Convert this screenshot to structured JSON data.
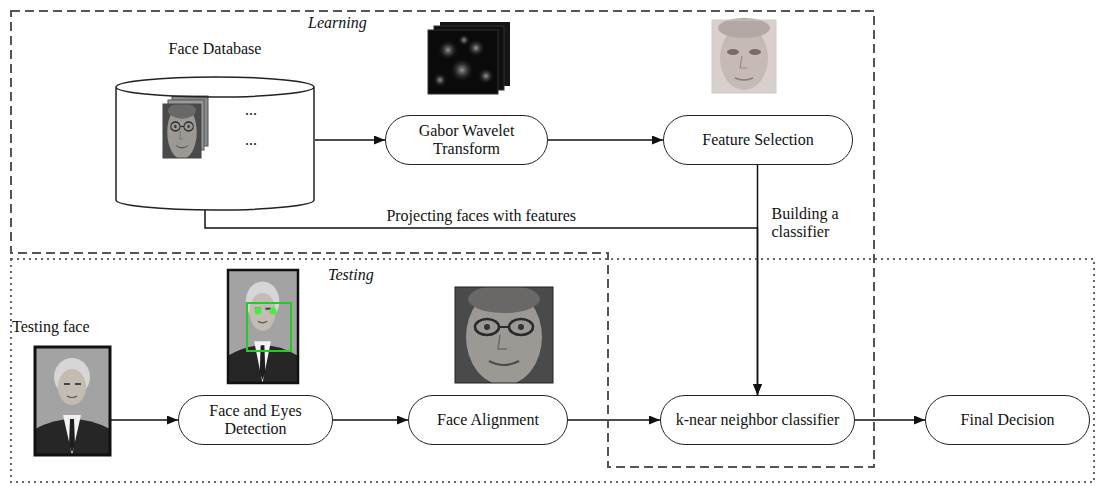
{
  "diagram": {
    "nodes": [
      {
        "text": [
          "Learning"
        ]
      },
      {
        "text": [
          "Face Database",
          "...",
          "..."
        ],
        "in": 0
      },
      {
        "text": [
          "Gabor Wavelet Transform"
        ],
        "in": 0
      },
      {
        "text": [
          "Feature Selection"
        ],
        "in": 0
      },
      {
        "text": [
          "Testing"
        ]
      },
      {
        "text": [
          "Testing face"
        ],
        "in": 4
      },
      {
        "text": [
          "Face and Eyes Detection"
        ],
        "in": 4
      },
      {
        "text": [
          "Face Alignment"
        ],
        "in": 4
      },
      {
        "text": [
          "k-near neighbor classifier"
        ],
        "in": 4
      },
      {
        "text": [
          "Final Decision"
        ],
        "in": 4
      }
    ],
    "edges": [
      {
        "from": 1,
        "to": 2,
        "arrow": "to"
      },
      {
        "from": 2,
        "to": 3,
        "arrow": "to"
      },
      {
        "from": 3,
        "to": 8,
        "label": "Building a classifier",
        "arrow": "to"
      },
      {
        "from": 1,
        "to": 8,
        "label": "Projecting faces with features",
        "arrow": "to"
      },
      {
        "from": 5,
        "to": 6,
        "arrow": "to"
      },
      {
        "from": 6,
        "to": 7,
        "arrow": "to"
      },
      {
        "from": 7,
        "to": 8,
        "arrow": "to"
      },
      {
        "from": 8,
        "to": 9,
        "arrow": "to"
      }
    ]
  }
}
